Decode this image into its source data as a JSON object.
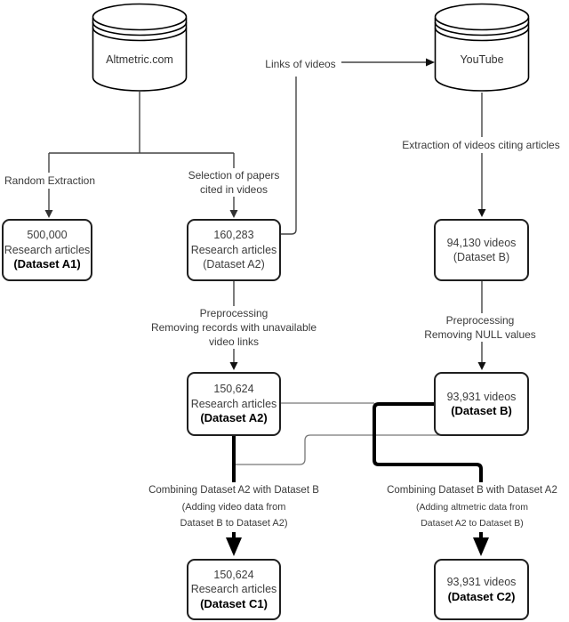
{
  "colors": {
    "background": "#ffffff",
    "flow_line": "#444444",
    "join_line": "#777777",
    "thick_line": "#000000",
    "box_border": "#1f1f1f",
    "text": "#3a3a3a",
    "bold_text": "#000000"
  },
  "sources": {
    "altmetric": {
      "label": "Altmetric.com"
    },
    "youtube": {
      "label": "YouTube"
    }
  },
  "boxes": {
    "a1": {
      "lines": [
        "500,000",
        "Research articles",
        "(Dataset A1)"
      ]
    },
    "a2_initial": {
      "lines": [
        "160,283",
        "Research articles",
        "(Dataset A2)"
      ]
    },
    "b_initial": {
      "lines": [
        "94,130 videos",
        "(Dataset B)"
      ]
    },
    "a2_clean": {
      "lines": [
        "150,624",
        "Research articles",
        "(Dataset A2)"
      ]
    },
    "b_clean": {
      "lines": [
        "93,931 videos",
        "(Dataset B)"
      ]
    },
    "c1": {
      "lines": [
        "150,624",
        "Research articles",
        "(Dataset C1)"
      ]
    },
    "c2": {
      "lines": [
        "93,931 videos",
        "(Dataset C2)"
      ]
    }
  },
  "labels": {
    "links_of_videos": "Links of videos",
    "random_extraction": "Random Extraction",
    "selection": [
      "Selection of papers",
      "cited in videos"
    ],
    "extraction": "Extraction of videos citing articles",
    "preprocess_left": [
      "Preprocessing",
      "Removing records with unavailable",
      "video links"
    ],
    "preprocess_right": [
      "Preprocessing",
      "Removing NULL values"
    ],
    "combine_left": [
      "Combining Dataset A2 with Dataset B",
      "(Adding video data from",
      "Dataset B to Dataset A2)"
    ],
    "combine_right": [
      "Combining Dataset B with Dataset A2",
      "(Adding altmetric data from",
      "Dataset A2 to Dataset B)"
    ]
  }
}
